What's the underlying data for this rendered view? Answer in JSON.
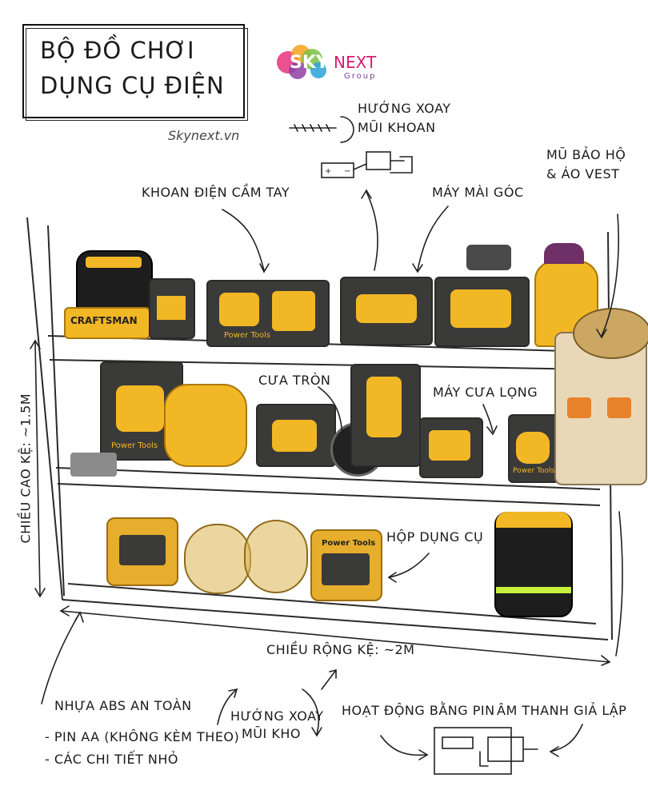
{
  "title": {
    "line1": "BỘ ĐỒ CHƠI",
    "line2": "DỤNG CỤ ĐIỆN"
  },
  "brand": {
    "logo_text": "SKY",
    "logo_text2": "NEXT",
    "logo_sub": "Group",
    "website": "Skynext.vn"
  },
  "labels": {
    "drill_direction": "HƯỚNG XOAY",
    "drill_direction2": "MŨI KHOAN",
    "helmet_vest": "MŨ BẢO HỘ",
    "helmet_vest2": "& ÁO VEST",
    "hand_drill": "KHOAN ĐIỆN CẦM TAY",
    "angle_grinder": "MÁY MÀI GÓC",
    "circular_saw": "CƯA TRÒN",
    "jigsaw": "MÁY CƯA LỌNG",
    "toolbox": "HỘP DỤNG CỤ",
    "shelf_height": "CHIỀU CAO KỆ: ~1.5M",
    "shelf_width": "CHIỀU RỘNG KỆ: ~2M",
    "abs_plastic": "NHỰA ABS AN TOÀN",
    "battery_aa": "- PIN AA (KHÔNG KÈM THEO)",
    "small_parts": "- CÁC CHI TIẾT NHỎ",
    "drill_direction_b": "HƯỚNG XOAY",
    "drill_direction_b2": "MŨI KHO",
    "battery_powered": "HOẠT ĐỘNG BẰNG PIN",
    "sound": "ÂM THANH GIẢ LẬP"
  },
  "product_texts": {
    "craftsman": "CRAFTSMAN",
    "power_tools": "Power Tools",
    "power_tools2": "Power Tools",
    "power_tools3": "Power Tools",
    "power_tools4": "Power Tools"
  },
  "colors": {
    "accent_yellow": "#f2b724",
    "dark_box": "#3a3a38",
    "ink": "#1b1b1b"
  }
}
